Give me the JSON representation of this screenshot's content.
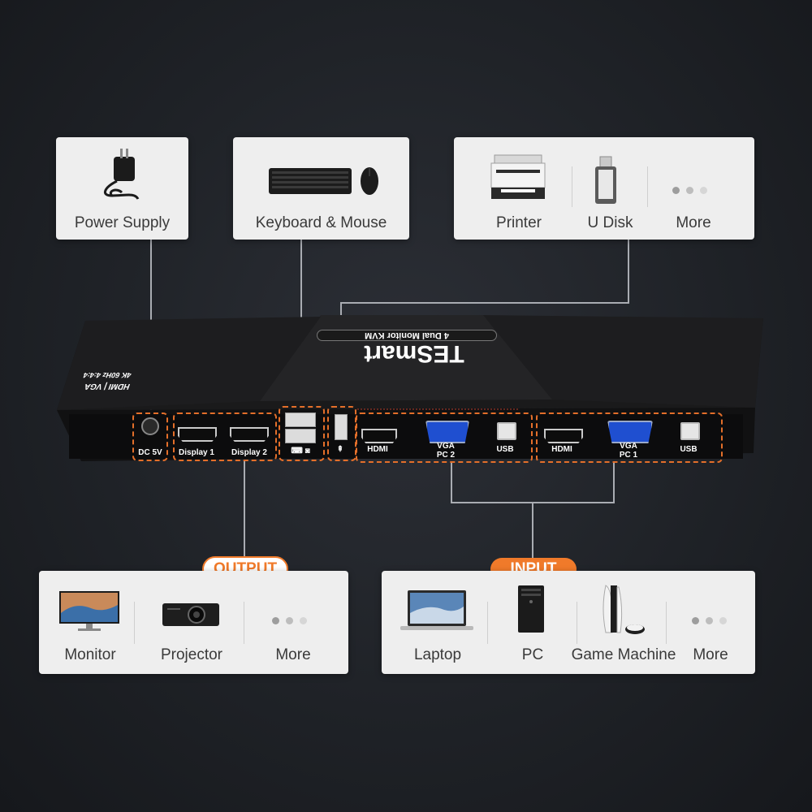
{
  "top_cards": {
    "power": {
      "label": "Power Supply",
      "icon": "power-adapter-icon"
    },
    "keyboard": {
      "label": "Keyboard & Mouse",
      "icon": "keyboard-mouse-icon"
    },
    "peripherals": [
      {
        "label": "Printer",
        "icon": "printer-icon"
      },
      {
        "label": "U Disk",
        "icon": "usb-disk-icon"
      },
      {
        "label": "More",
        "icon": "more-dots-icon"
      }
    ]
  },
  "device": {
    "brand": "TESmart",
    "model": "4 Dual Monitor KVM",
    "side_label": "HDMI | VGA",
    "side_spec": "4K 60Hz 4:4:4",
    "ports": {
      "dc": "DC 5V",
      "display1": "Display 1",
      "display2": "Display 2",
      "pc2_hdmi": "HDMI",
      "pc2_vga": "VGA",
      "pc2_usb": "USB",
      "pc2": "PC 2",
      "pc1_hdmi": "HDMI",
      "pc1_vga": "VGA",
      "pc1_usb": "USB",
      "pc1": "PC 1"
    }
  },
  "tags": {
    "output": "OUTPUT",
    "input": "INPUT"
  },
  "output_card": [
    {
      "label": "Monitor",
      "icon": "monitor-icon"
    },
    {
      "label": "Projector",
      "icon": "projector-icon"
    },
    {
      "label": "More",
      "icon": "more-dots-icon"
    }
  ],
  "input_card": [
    {
      "label": "Laptop",
      "icon": "laptop-icon"
    },
    {
      "label": "PC",
      "icon": "pc-tower-icon"
    },
    {
      "label": "Game Machine",
      "icon": "game-console-icon"
    },
    {
      "label": "More",
      "icon": "more-dots-icon"
    }
  ],
  "colors": {
    "accent": "#f07a2a",
    "vga_blue": "#1f4fd0",
    "card_bg": "#eeeeee"
  }
}
